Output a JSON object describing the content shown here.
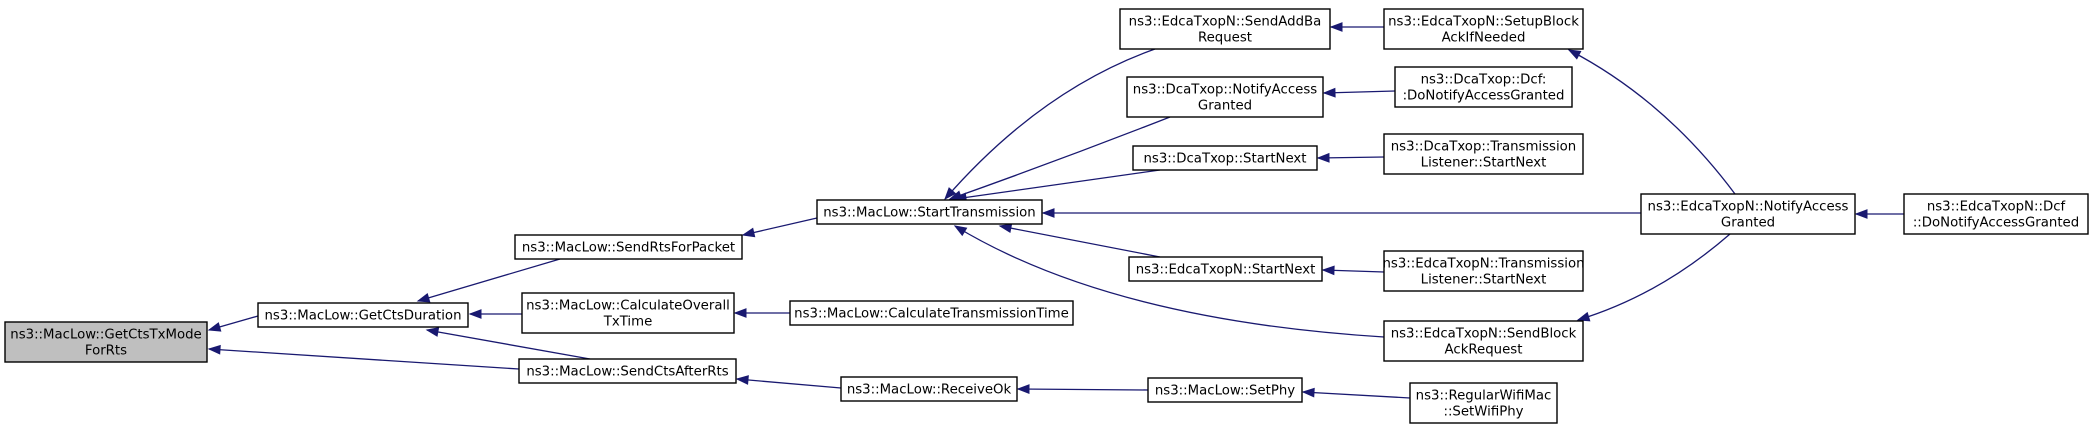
{
  "diagram": {
    "type": "call-graph",
    "nodes": {
      "getCtsTxModeForRts": {
        "lines": [
          "ns3::MacLow::GetCtsTxMode",
          "ForRts"
        ],
        "root": true
      },
      "getCtsDuration": {
        "lines": [
          "ns3::MacLow::GetCtsDuration"
        ]
      },
      "sendRtsForPacket": {
        "lines": [
          "ns3::MacLow::SendRtsForPacket"
        ]
      },
      "calculateOverallTxTime": {
        "lines": [
          "ns3::MacLow::CalculateOverall",
          "TxTime"
        ]
      },
      "sendCtsAfterRts": {
        "lines": [
          "ns3::MacLow::SendCtsAfterRts"
        ]
      },
      "startTransmission": {
        "lines": [
          "ns3::MacLow::StartTransmission"
        ]
      },
      "calculateTransmissionTime": {
        "lines": [
          "ns3::MacLow::CalculateTransmissionTime"
        ]
      },
      "receiveOk": {
        "lines": [
          "ns3::MacLow::ReceiveOk"
        ]
      },
      "edcaSendAddBaRequest": {
        "lines": [
          "ns3::EdcaTxopN::SendAddBa",
          "Request"
        ]
      },
      "dcaNotifyAccessGranted": {
        "lines": [
          "ns3::DcaTxop::NotifyAccess",
          "Granted"
        ]
      },
      "dcaStartNext": {
        "lines": [
          "ns3::DcaTxop::StartNext"
        ]
      },
      "edcaStartNext": {
        "lines": [
          "ns3::EdcaTxopN::StartNext"
        ]
      },
      "edcaSendBlockAckRequest": {
        "lines": [
          "ns3::EdcaTxopN::SendBlock",
          "AckRequest"
        ]
      },
      "setPhy": {
        "lines": [
          "ns3::MacLow::SetPhy"
        ]
      },
      "edcaSetupBlockAckIfNeeded": {
        "lines": [
          "ns3::EdcaTxopN::SetupBlock",
          "AckIfNeeded"
        ]
      },
      "dcaDcfDoNotifyAccessGranted": {
        "lines": [
          "ns3::DcaTxop::Dcf:",
          ":DoNotifyAccessGranted"
        ]
      },
      "dcaTransmissionListenerStartNext": {
        "lines": [
          "ns3::DcaTxop::Transmission",
          "Listener::StartNext"
        ]
      },
      "edcaNotifyAccessGranted": {
        "lines": [
          "ns3::EdcaTxopN::NotifyAccess",
          "Granted"
        ]
      },
      "edcaTransmissionListenerStartNext": {
        "lines": [
          "ns3::EdcaTxopN::Transmission",
          "Listener::StartNext"
        ]
      },
      "regularWifiMacSetWifiPhy": {
        "lines": [
          "ns3::RegularWifiMac",
          "::SetWifiPhy"
        ]
      },
      "edcaDcfDoNotifyAccessGranted": {
        "lines": [
          "ns3::EdcaTxopN::Dcf",
          "::DoNotifyAccessGranted"
        ]
      }
    },
    "edges": [
      {
        "from": "getCtsDuration",
        "to": "getCtsTxModeForRts"
      },
      {
        "from": "sendCtsAfterRts",
        "to": "getCtsTxModeForRts"
      },
      {
        "from": "sendRtsForPacket",
        "to": "getCtsDuration"
      },
      {
        "from": "calculateOverallTxTime",
        "to": "getCtsDuration"
      },
      {
        "from": "sendCtsAfterRts",
        "to": "getCtsDuration"
      },
      {
        "from": "startTransmission",
        "to": "sendRtsForPacket"
      },
      {
        "from": "calculateTransmissionTime",
        "to": "calculateOverallTxTime"
      },
      {
        "from": "receiveOk",
        "to": "sendCtsAfterRts"
      },
      {
        "from": "edcaSendAddBaRequest",
        "to": "startTransmission"
      },
      {
        "from": "dcaNotifyAccessGranted",
        "to": "startTransmission"
      },
      {
        "from": "dcaStartNext",
        "to": "startTransmission"
      },
      {
        "from": "edcaNotifyAccessGranted",
        "to": "startTransmission"
      },
      {
        "from": "edcaStartNext",
        "to": "startTransmission"
      },
      {
        "from": "edcaSendBlockAckRequest",
        "to": "startTransmission"
      },
      {
        "from": "setPhy",
        "to": "receiveOk"
      },
      {
        "from": "edcaSetupBlockAckIfNeeded",
        "to": "edcaSendAddBaRequest"
      },
      {
        "from": "dcaDcfDoNotifyAccessGranted",
        "to": "dcaNotifyAccessGranted"
      },
      {
        "from": "dcaTransmissionListenerStartNext",
        "to": "dcaStartNext"
      },
      {
        "from": "edcaTransmissionListenerStartNext",
        "to": "edcaStartNext"
      },
      {
        "from": "edcaNotifyAccessGranted",
        "to": "edcaSetupBlockAckIfNeeded"
      },
      {
        "from": "edcaNotifyAccessGranted",
        "to": "edcaSendBlockAckRequest"
      },
      {
        "from": "edcaDcfDoNotifyAccessGranted",
        "to": "edcaNotifyAccessGranted"
      },
      {
        "from": "regularWifiMacSetWifiPhy",
        "to": "setPhy"
      }
    ]
  }
}
